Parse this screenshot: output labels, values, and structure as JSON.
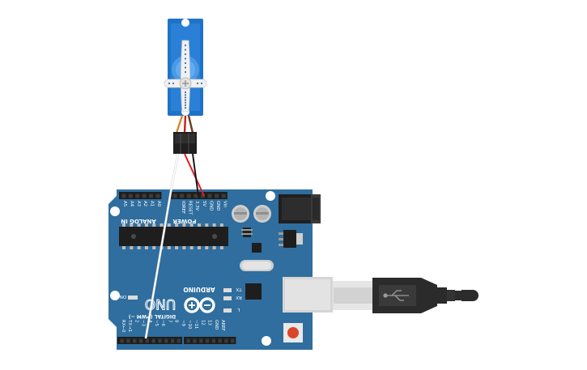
{
  "board": {
    "brand": "ARDUINO",
    "model": "UNO",
    "analog_label": "ANALOG IN",
    "analog_pins": [
      "A0",
      "A1",
      "A2",
      "A3",
      "A4",
      "A5"
    ],
    "power_label": "POWER",
    "power_pins": [
      "IOREF",
      "RESET",
      "3.3V",
      "5V",
      "GND",
      "GND",
      "Vin"
    ],
    "digital_label": "DIGITAL (PWM ~)",
    "digital_pins": [
      "AREF",
      "GND",
      "13",
      "12",
      "~11",
      "~10",
      "~9",
      "8",
      "7",
      "~6",
      "~5",
      "4",
      "~3",
      "2",
      "TX→1",
      "RX←0"
    ],
    "led_labels": {
      "tx": "TX",
      "rx": "RX",
      "l": "L",
      "on": "ON"
    }
  },
  "colors": {
    "board": "#2f6e9e",
    "board_dark": "#255b84",
    "servo": "#1f73c7",
    "wire_signal": "#ffffff",
    "wire_power": "#e11d1d",
    "wire_ground": "#1a1a1a",
    "usb_cable": "#2b2b2b",
    "reset_button": "#d9462b"
  },
  "icons": {
    "usb": "usb-symbol-icon",
    "logo": "arduino-infinity-logo-icon"
  }
}
